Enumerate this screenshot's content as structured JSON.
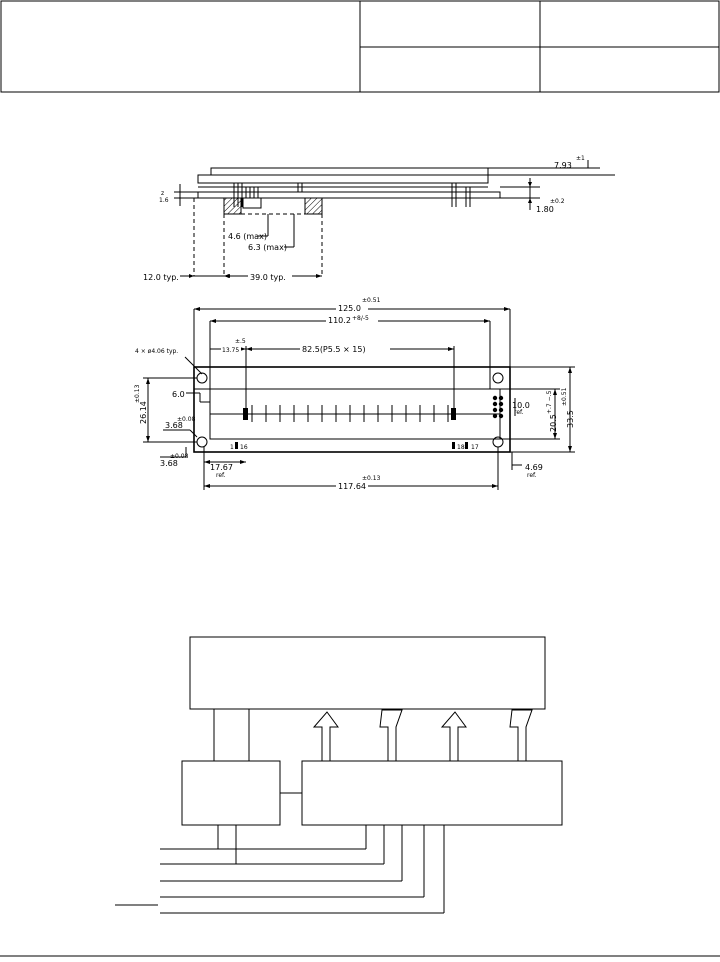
{
  "side_view": {
    "dims": {
      "thickness_total": "7.93",
      "thickness_total_tol": "±1",
      "pcb_thickness": "1.6",
      "pcb_label": "1.6",
      "pin_height": "1.80",
      "pin_height_tol": "±0.2",
      "max_46": "4.6 (max)",
      "max_63": "6.3 (max)",
      "typ_12": "12.0 typ.",
      "typ_39": "39.0 typ."
    }
  },
  "front_view": {
    "dims": {
      "width": "125.0",
      "width_tol": "±0.51",
      "display_width": "110.2",
      "display_width_tol": "+8/-5",
      "offset_1375": "13.75",
      "offset_tol": "±.5",
      "pitch": "82.5(P5.5 × 15)",
      "holes": "4 × ø4.06 typ.",
      "dim_60": "6.0",
      "dim_2614": "26.14",
      "dim_2614_tol": "±0.13",
      "dim_368a": "3.68",
      "dim_368a_tol": "±0.08",
      "dim_368b": "3.68",
      "dim_368b_tol": "±0.08",
      "dim_100": "10.0",
      "dim_100_ref": "ref.",
      "dim_205": "20.5",
      "dim_205_tol": "+.7 −.5",
      "dim_335": "33.5",
      "dim_335_tol": "±0.51",
      "dim_1767": "17.67",
      "dim_1767_ref": "ref.",
      "dim_469": "4.69",
      "dim_469_ref": "ref.",
      "dim_11764": "117.64",
      "dim_11764_tol": "±0.13",
      "pin_1": "1",
      "pin_16": "16",
      "pin_17": "17",
      "pin_18": "18"
    }
  }
}
